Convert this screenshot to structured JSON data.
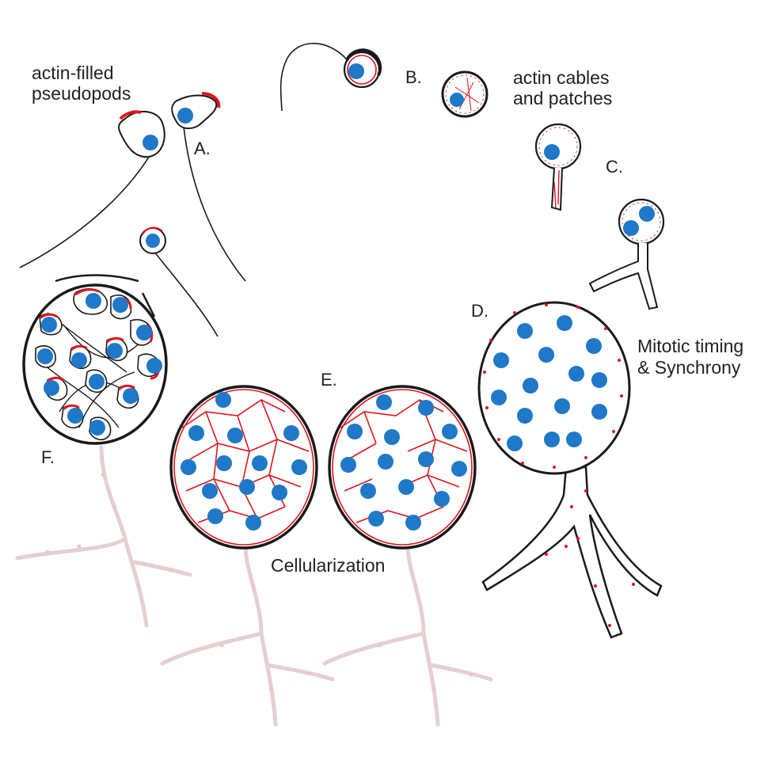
{
  "labels": {
    "a": "A.",
    "b": "B.",
    "c": "C.",
    "d": "D.",
    "e": "E.",
    "f": "F."
  },
  "captions": {
    "pseudopods_line1": "actin-filled",
    "pseudopods_line2": "pseudopods",
    "cables_line1": "actin cables",
    "cables_line2": "and patches",
    "mitotic_line1": "Mitotic timing",
    "mitotic_line2": "& Synchrony",
    "cellularization": "Cellularization"
  },
  "colors": {
    "nucleus": "#1f78c8",
    "actin": "#e0141e",
    "outline": "#1a1a1a",
    "faded": "#e9c9c9"
  }
}
